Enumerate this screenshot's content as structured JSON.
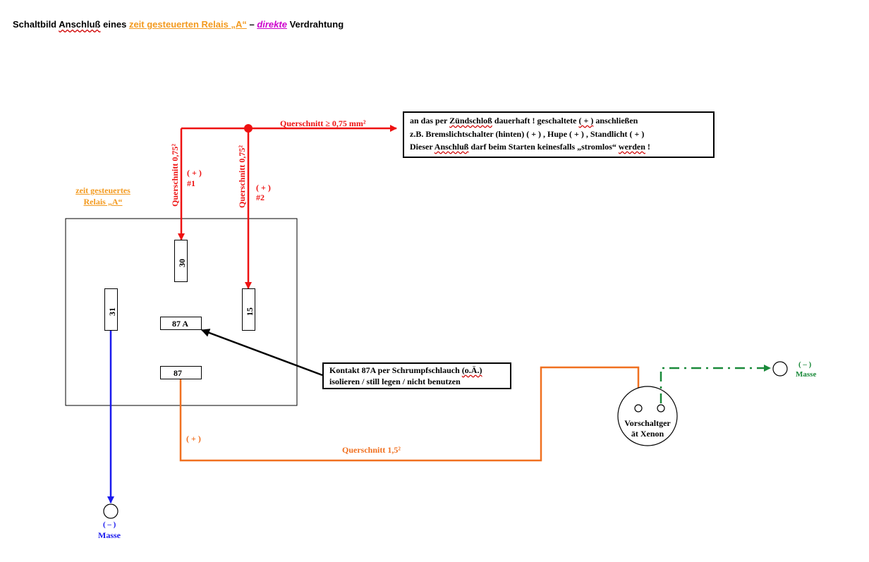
{
  "title": {
    "part1": "Schaltbild ",
    "part2": "Anschluß",
    "part3": " eines ",
    "part4": "zeit gesteuerten  Relais „A“",
    "part5": "  –  ",
    "part6": "direkte",
    "part7": "  Verdrahtung"
  },
  "relay": {
    "title_line1": "zeit gesteuertes",
    "title_line2": "Relais „A“",
    "pins": {
      "p30": "30",
      "p31": "31",
      "p15": "15",
      "p87a": "87 A",
      "p87": "87"
    }
  },
  "wires": {
    "cross_section_main": "Querschnitt ≥ 0,75 mm²",
    "cross_section_1": "Querschnitt 0,75²",
    "cross_section_2": "Querschnitt 0,75²",
    "plus_1": "( + )",
    "num_1": "#1",
    "plus_2": "( + )",
    "num_2": "#2",
    "plus_87": "( + )",
    "cross_section_87": "Querschnitt 1,5²"
  },
  "note_top": {
    "line1_a": "an das per ",
    "line1_b": "Zündschloß",
    "line1_c": " dauerhaft ! geschaltete ",
    "line1_d": "( + )",
    "line1_e": " anschließen",
    "line2": "z.B. Bremslichtschalter (hinten) ( + ) , Hupe ( + ) , Standlicht ( + )",
    "line3_a": "Dieser ",
    "line3_b": "Anschluß",
    "line3_c": " darf beim Starten keinesfalls „stromlos“ ",
    "line3_d": "werden",
    "line3_e": " !"
  },
  "note_87a": {
    "line1_a": "Kontakt 87A per Schrumpfschlauch ",
    "line1_b": "(o.Ä.)",
    "line2": "isolieren / still legen / nicht benutzen"
  },
  "ballast": {
    "line1": "Vorschaltger",
    "line2": "ät Xenon"
  },
  "ground_left": {
    "minus": "( – )",
    "label": "Masse"
  },
  "ground_right": {
    "minus": "( – )",
    "label": "Masse"
  },
  "colors": {
    "positive_feed": "#ee1111",
    "ground_wire": "#1a1aee",
    "switched_output": "#f07020",
    "ballast_ground": "#1a8a3a",
    "title_accent": "#f39a1f",
    "title_magenta": "#cc00cc"
  }
}
